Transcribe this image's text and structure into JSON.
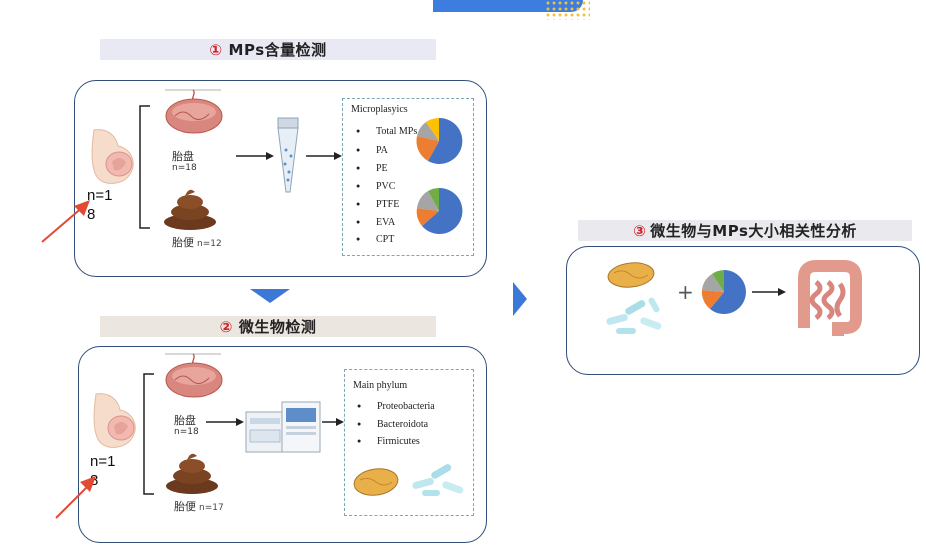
{
  "sections": {
    "s1": {
      "num": "①",
      "title": "MPs含量检测"
    },
    "s2": {
      "num": "②",
      "title": "微生物检测"
    },
    "s3": {
      "num": "③",
      "title": "微生物与MPs大小相关性分析"
    }
  },
  "panel1": {
    "placenta_label": "胎盘",
    "placenta_n": "n=18",
    "feces_label": "胎便",
    "feces_n": "n=12",
    "n_line1": "n=1",
    "n_line2": "8",
    "box_title": "Microplasyics",
    "items": [
      "Total MPs",
      "PA",
      "PE",
      "PVC",
      "PTFE",
      "EVA",
      "CPT"
    ]
  },
  "panel2": {
    "placenta_label": "胎盘",
    "placenta_n": "n=18",
    "feces_label": "胎便",
    "feces_n": "n=17",
    "n_line1": "n=1",
    "n_line2": "8",
    "box_title": "Main phylum",
    "items": [
      "Proteobacteria",
      "Bacteroidota",
      "Firmicutes"
    ]
  },
  "panel3": {
    "plus": "+"
  },
  "colors": {
    "panel_border": "#2f4e7a",
    "banner_bg": "#e9e9f3",
    "banner2_bg": "#ece6e0",
    "arrow_red": "#e34a33",
    "arrow_blue": "#3c78d8",
    "pie_blue": "#4472c4",
    "pie_orange": "#ed7d31",
    "pie_gray": "#a5a5a5",
    "pie_yellow": "#ffc000"
  }
}
